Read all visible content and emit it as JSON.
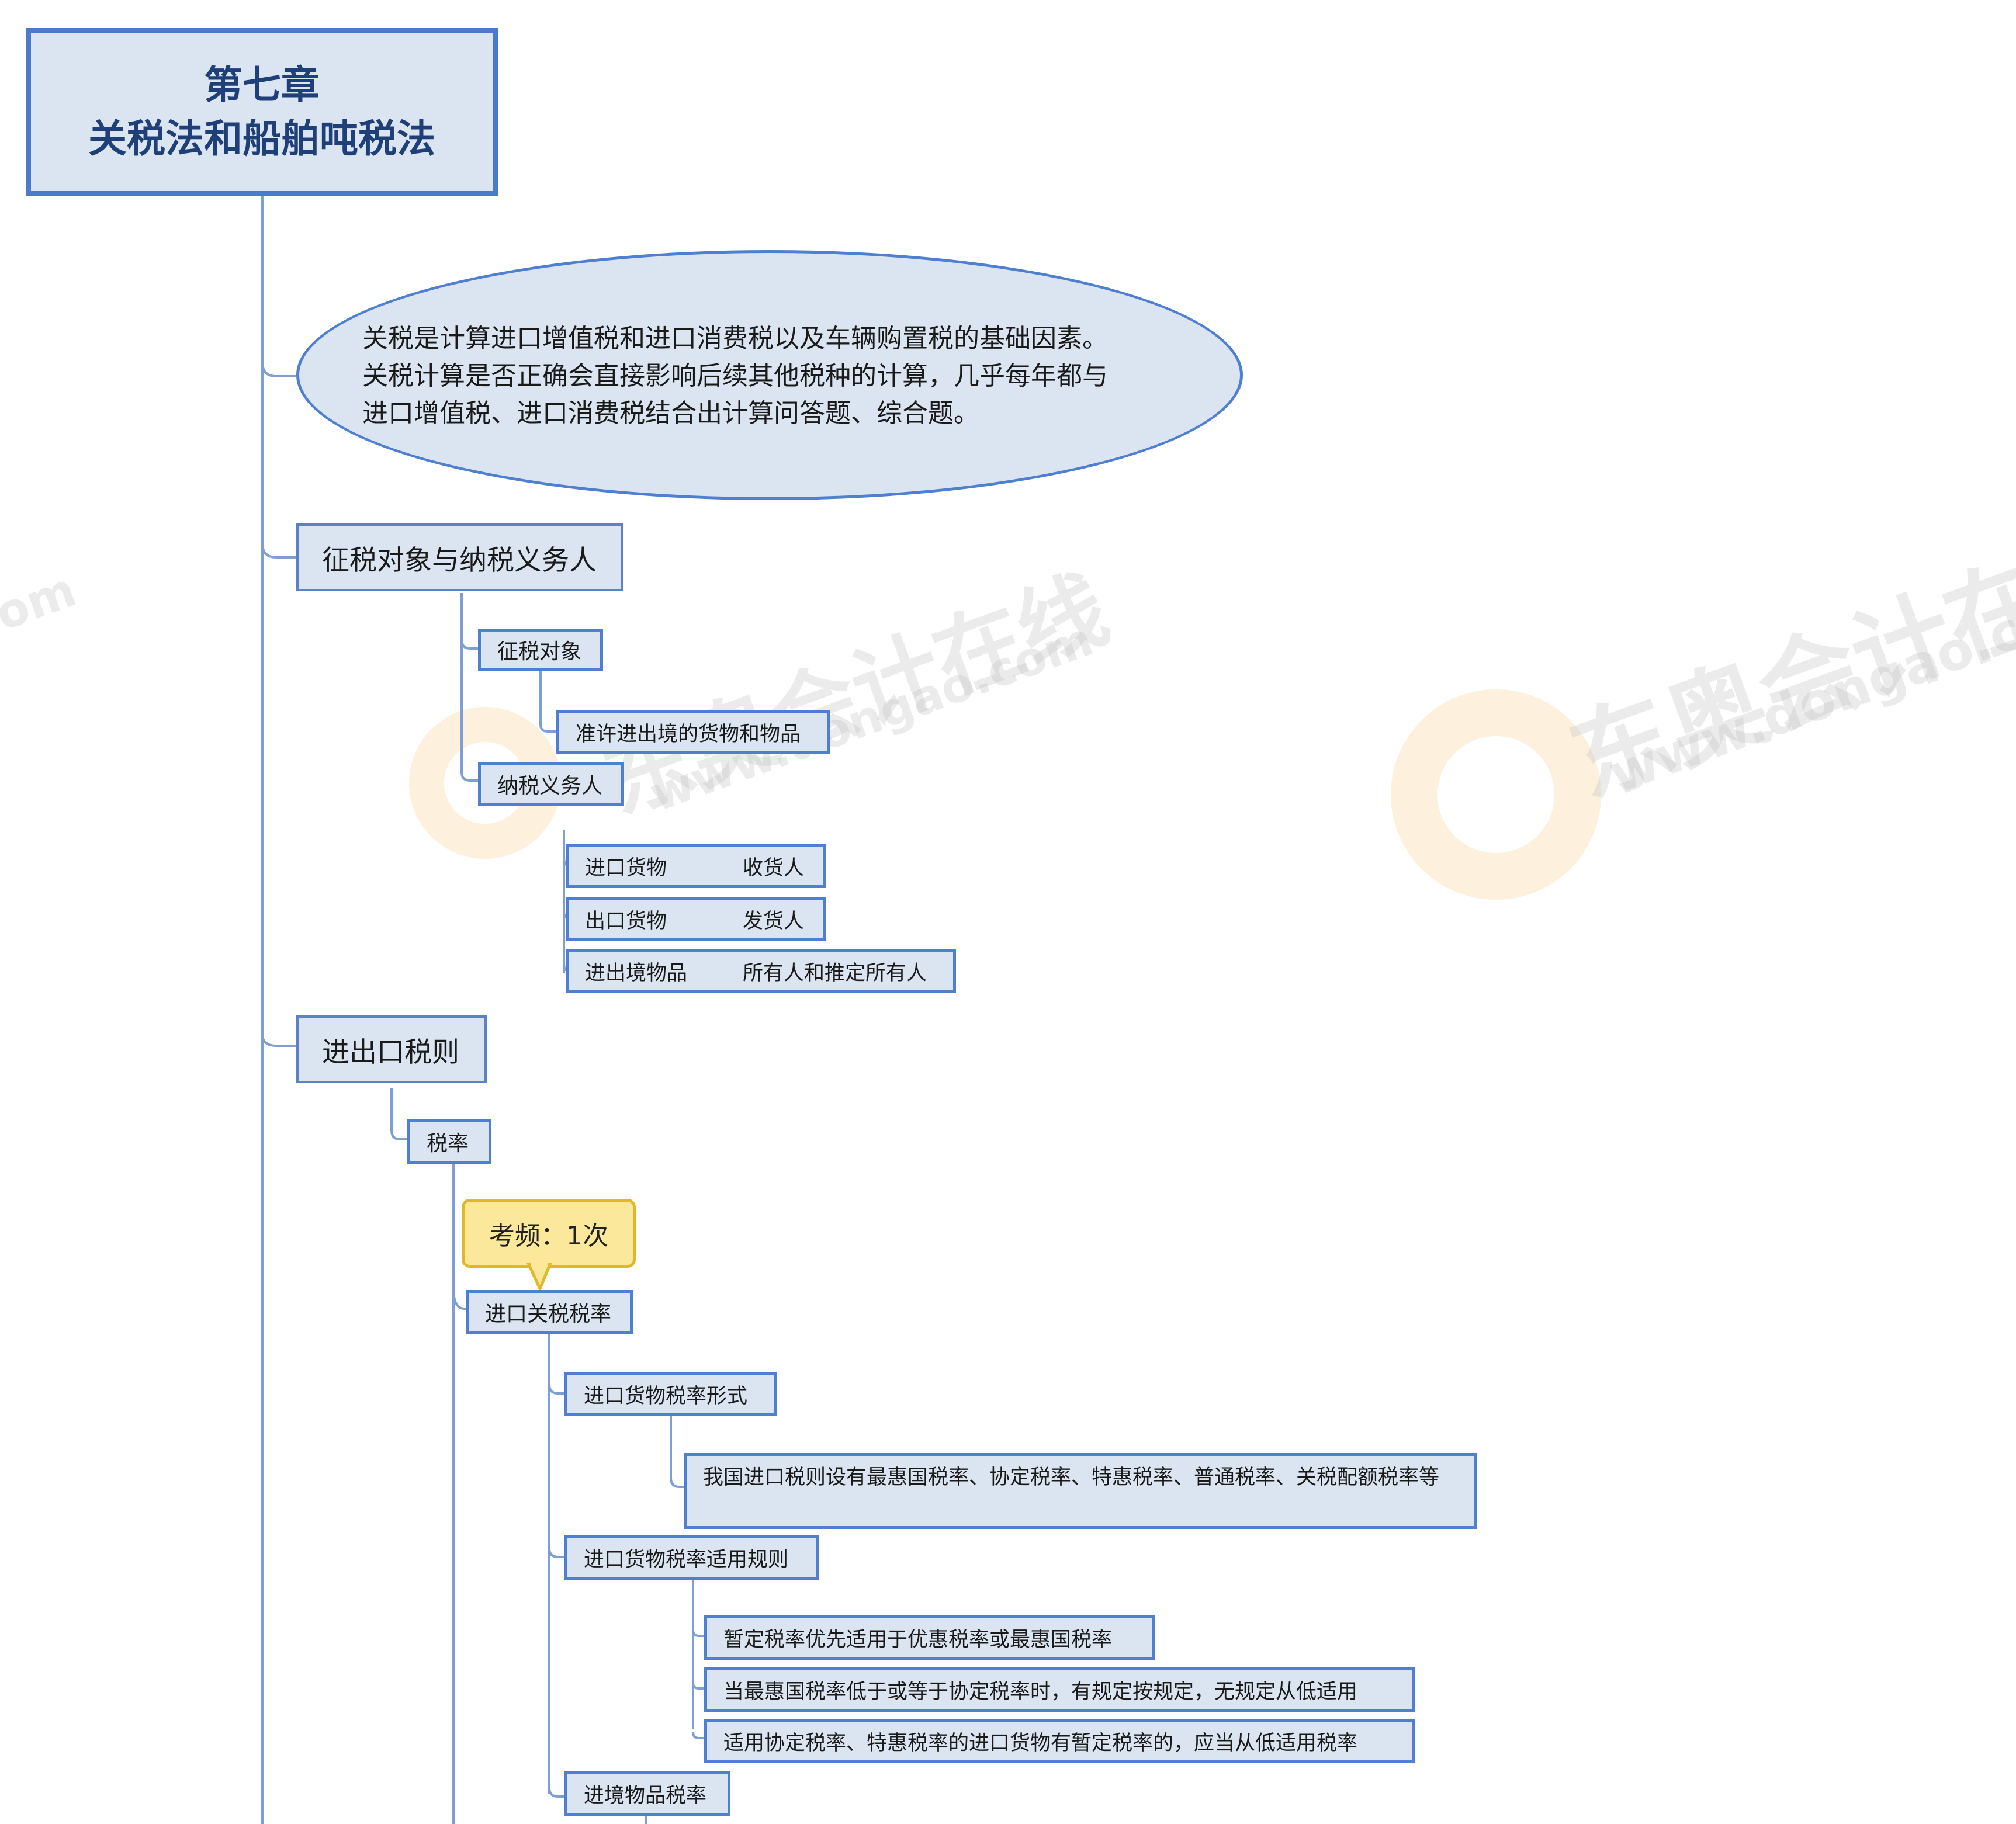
{
  "root": {
    "line1": "第七章",
    "line2": "关税法和船舶吨税法"
  },
  "summary": {
    "lines": [
      "关税是计算进口增值税和进口消费税以及车辆购置税的基础因素。",
      "关税计算是否正确会直接影响后续其他税种的计算，几乎每年都与",
      "进口增值税、进口消费税结合出计算问答题、综合题。"
    ]
  },
  "section1": {
    "title": "征税对象与纳税义务人",
    "object": {
      "label": "征税对象",
      "detail": "准许进出境的货物和物品"
    },
    "taxpayer": {
      "label": "纳税义务人",
      "rows": [
        {
          "item": "进口货物",
          "person": "收货人"
        },
        {
          "item": "出口货物",
          "person": "发货人"
        },
        {
          "item": "进出境物品",
          "person": "所有人和推定所有人"
        }
      ]
    }
  },
  "section2": {
    "title": "进出口税则",
    "rate": {
      "label": "税率",
      "callout": "考频：1次",
      "import_rate": {
        "label": "进口关税税率",
        "form": {
          "label": "进口货物税率形式",
          "detail": "我国进口税则设有最惠国税率、协定税率、特惠税率、普通税率、关税配额税率等"
        },
        "rules": {
          "label": "进口货物税率适用规则",
          "items": [
            "暂定税率优先适用于优惠税率或最惠国税率",
            "当最惠国税率低于或等于协定税率时，有规定按规定，无规定从低适用",
            "适用协定税率、特惠税率的进口货物有暂定税率的，应当从低适用税率"
          ]
        },
        "goods": {
          "label": "进境物品税率"
        }
      }
    }
  },
  "watermark": {
    "cn": "东奥会计在线",
    "url": "www.dongao.com",
    "partial_url": "om"
  },
  "colors": {
    "node_fill": "#dbe5f1",
    "node_border": "#4f7fd0",
    "root_text": "#1f3f78",
    "callout_fill": "#fbe89a",
    "callout_border": "#e3b72b",
    "line": "#7d9fd6"
  }
}
